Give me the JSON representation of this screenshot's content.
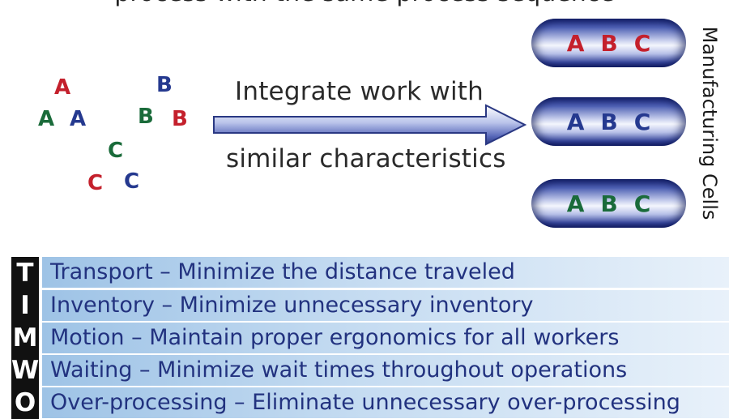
{
  "header": {
    "text": "process with the same process sequence"
  },
  "scattered_letters": [
    {
      "text": "A",
      "color": "red"
    },
    {
      "text": "B",
      "color": "blue"
    },
    {
      "text": "A",
      "color": "green"
    },
    {
      "text": "A",
      "color": "blue"
    },
    {
      "text": "B",
      "color": "green"
    },
    {
      "text": "B",
      "color": "red"
    },
    {
      "text": "C",
      "color": "green"
    },
    {
      "text": "C",
      "color": "red"
    },
    {
      "text": "C",
      "color": "blue"
    }
  ],
  "arrow": {
    "line1": "Integrate work with",
    "line2": "similar characteristics"
  },
  "cells": [
    {
      "letters": [
        "A",
        "B",
        "C"
      ],
      "color": "red"
    },
    {
      "letters": [
        "A",
        "B",
        "C"
      ],
      "color": "blue"
    },
    {
      "letters": [
        "A",
        "B",
        "C"
      ],
      "color": "green"
    }
  ],
  "cells_label": "Manufacturing Cells",
  "wastes": [
    {
      "letter": "T",
      "text": "Transport – Minimize the distance traveled"
    },
    {
      "letter": "I",
      "text": "Inventory – Minimize unnecessary inventory"
    },
    {
      "letter": "M",
      "text": "Motion – Maintain proper ergonomics for all workers"
    },
    {
      "letter": "W",
      "text": "Waiting – Minimize wait times throughout operations"
    },
    {
      "letter": "O",
      "text": "Over-processing – Eliminate unnecessary over-processing"
    }
  ],
  "colors": {
    "red": "#c4202c",
    "green": "#1a6b3a",
    "blue": "#25398f",
    "row_text": "#22327f"
  }
}
